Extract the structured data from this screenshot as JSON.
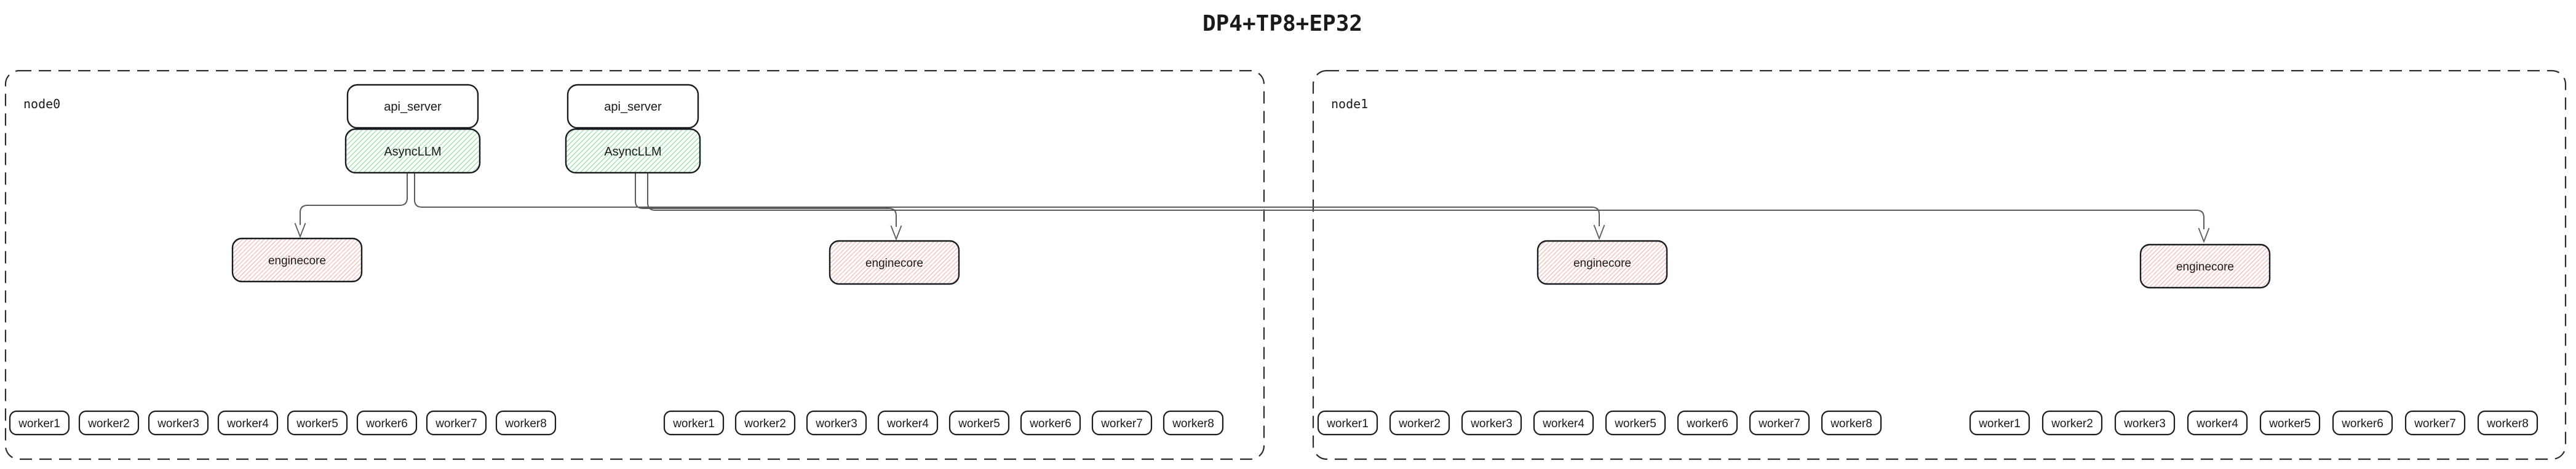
{
  "title": "DP4+TP8+EP32",
  "colors": {
    "background": "#ffffff",
    "box_border": "#191c1f",
    "edge_line": "#5a5a5a",
    "node_dashed_border": "#2b2b2b",
    "text": "#1a1a1a",
    "asyncllm_hatch_green": "#9ce0a8",
    "enginecore_hatch_red": "#f2b3ad",
    "box_fill": "#ffffff"
  },
  "nodes": [
    {
      "label": "node0",
      "stacks": [
        {
          "api_server": "api_server",
          "asyncllm": "AsyncLLM"
        },
        {
          "api_server": "api_server",
          "asyncllm": "AsyncLLM"
        }
      ],
      "enginecores": [
        "enginecore",
        "enginecore"
      ],
      "worker_groups": [
        [
          "worker1",
          "worker2",
          "worker3",
          "worker4",
          "worker5",
          "worker6",
          "worker7",
          "worker8"
        ],
        [
          "worker1",
          "worker2",
          "worker3",
          "worker4",
          "worker5",
          "worker6",
          "worker7",
          "worker8"
        ]
      ]
    },
    {
      "label": "node1",
      "stacks": [],
      "enginecores": [
        "enginecore",
        "enginecore"
      ],
      "worker_groups": [
        [
          "worker1",
          "worker2",
          "worker3",
          "worker4",
          "worker5",
          "worker6",
          "worker7",
          "worker8"
        ],
        [
          "worker1",
          "worker2",
          "worker3",
          "worker4",
          "worker5",
          "worker6",
          "worker7",
          "worker8"
        ]
      ]
    }
  ],
  "edges": [
    {
      "from": "node0 AsyncLLM #1",
      "to": "node0 enginecore #1"
    },
    {
      "from": "node0 AsyncLLM #1",
      "to": "node1 enginecore #1"
    },
    {
      "from": "node0 AsyncLLM #2",
      "to": "node0 enginecore #2"
    },
    {
      "from": "node0 AsyncLLM #2",
      "to": "node1 enginecore #2"
    }
  ]
}
